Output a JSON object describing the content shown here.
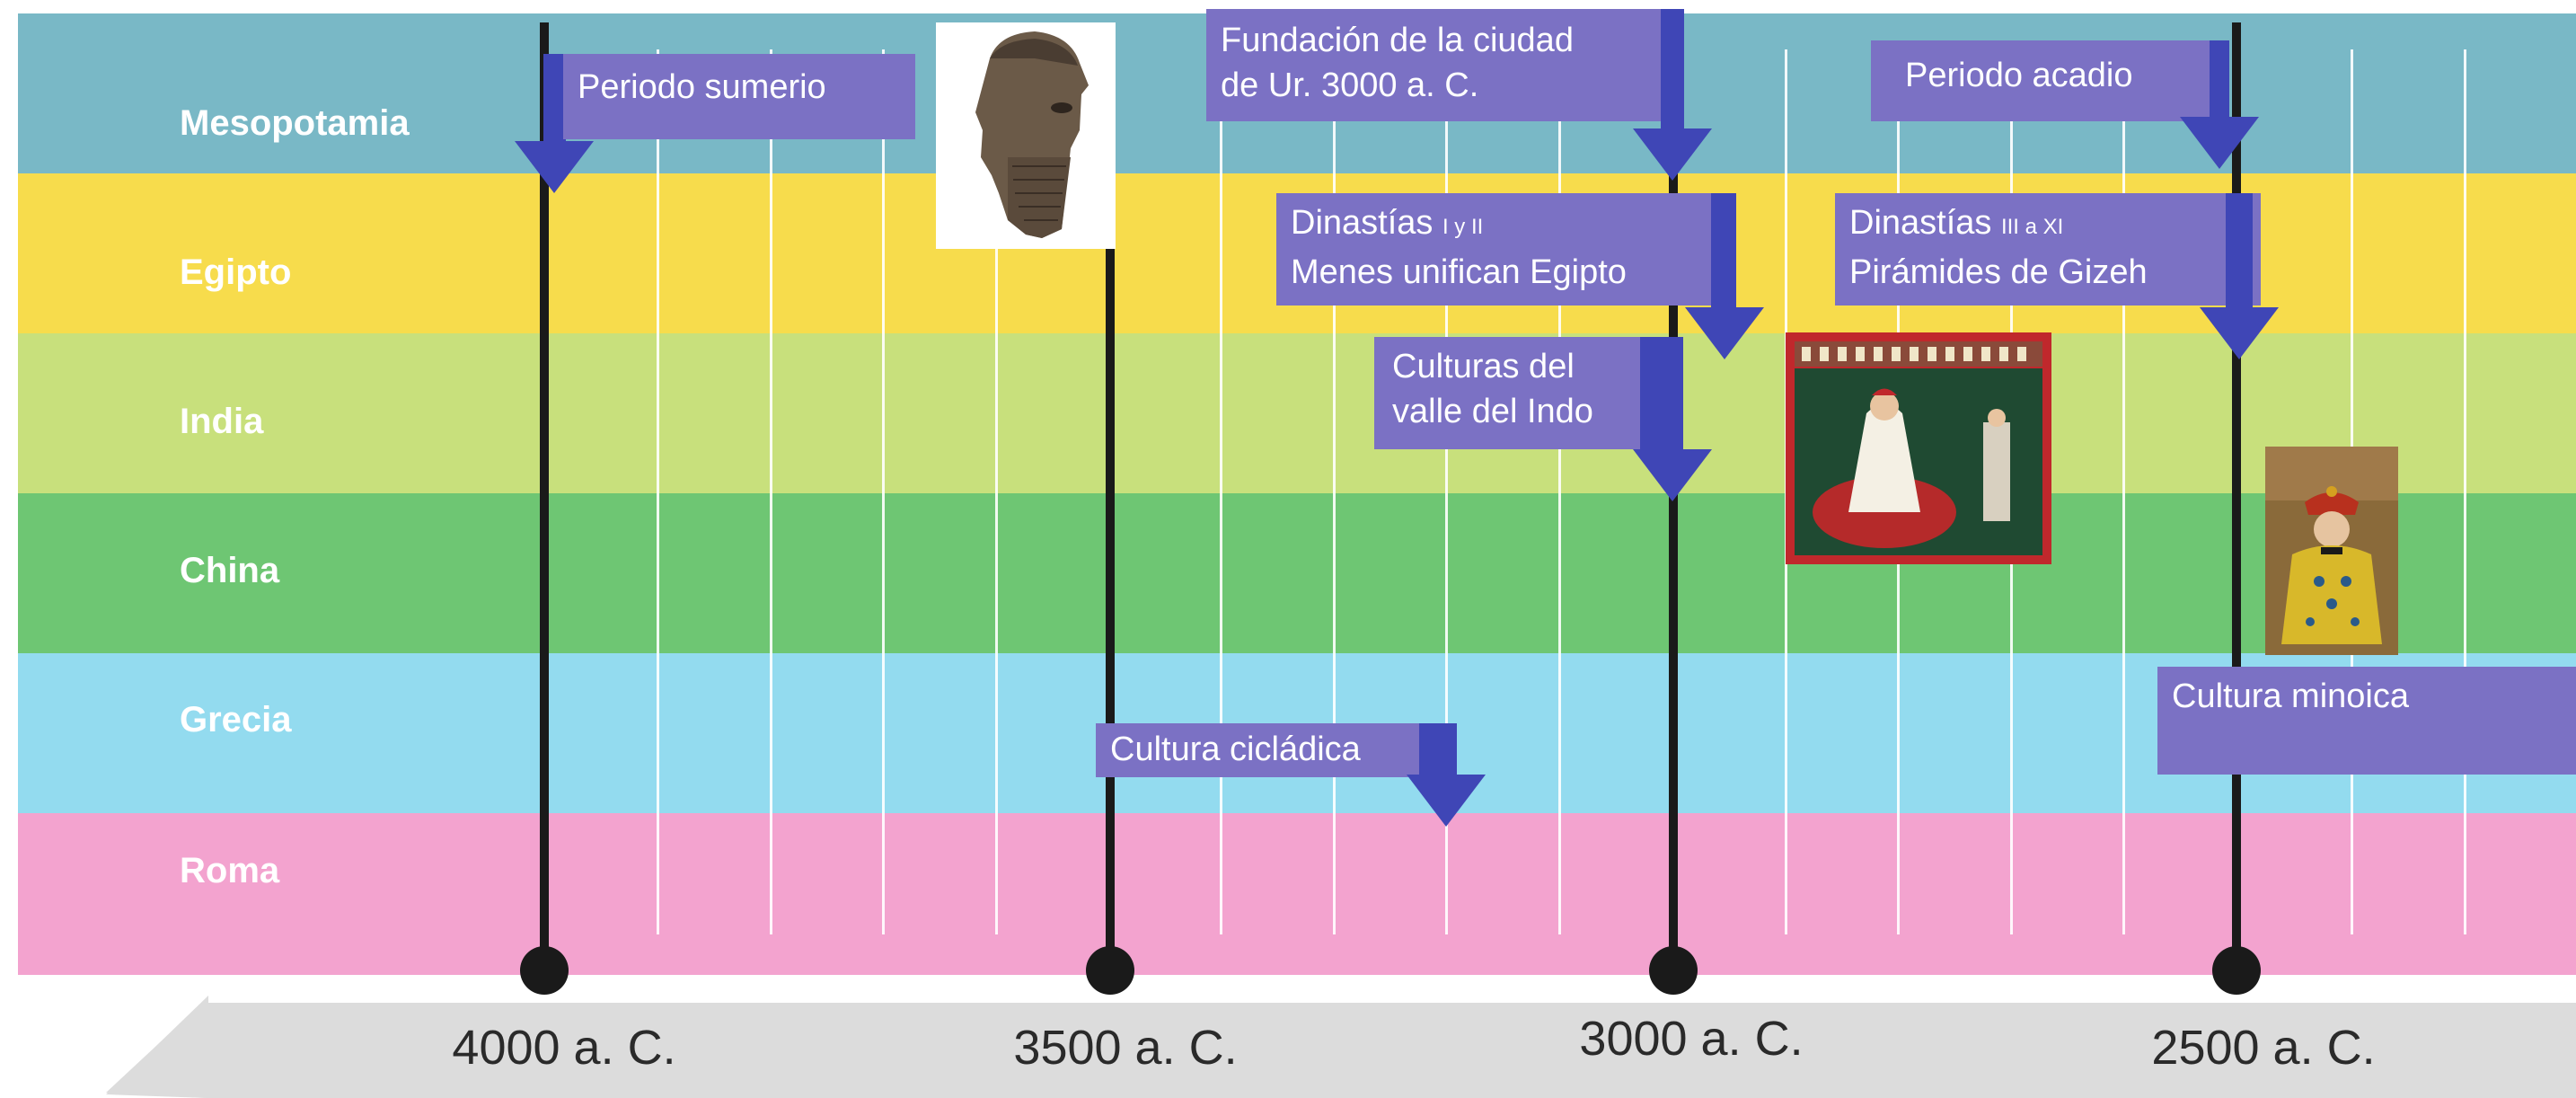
{
  "bands": [
    {
      "label": "Mesopotamia",
      "color": "#79b8c6"
    },
    {
      "label": "Egipto",
      "color": "#f7dc4c"
    },
    {
      "label": "India",
      "color": "#c8e07c"
    },
    {
      "label": "China",
      "color": "#6ec673"
    },
    {
      "label": "Grecia",
      "color": "#93dbef"
    },
    {
      "label": "Roma",
      "color": "#f3a3cf"
    }
  ],
  "axis_labels": [
    "4000 a. C.",
    "3500 a. C.",
    "3000 a. C.",
    "2500 a. C."
  ],
  "events": {
    "sumerio": {
      "text": "Periodo sumerio"
    },
    "ur": {
      "line1": "Fundación de la ciudad",
      "line2": "de Ur. 3000 a. C."
    },
    "acadio": {
      "text": "Periodo acadio"
    },
    "dinastias_1": {
      "line1a": "Dinastías ",
      "line1b": "I y II",
      "line2": "Menes unifican Egipto"
    },
    "dinastias_3": {
      "line1a": "Dinastías ",
      "line1b": "III a XI",
      "line2": "Pirámides de Gizeh"
    },
    "indo": {
      "line1": "Culturas del",
      "line2": "valle del Indo"
    },
    "ciclades": {
      "text": "Cultura cicládica"
    },
    "minoica": {
      "text": "Cultura minoica"
    }
  },
  "colors": {
    "event_box": "#7b71c4",
    "arrow": "#3f46b6",
    "axis": "#1a1a1a",
    "timeline_arrow": "#dcdcdc"
  },
  "icons": [
    "sumerian-head-image",
    "indian-miniature-image",
    "chinese-emperor-image"
  ]
}
